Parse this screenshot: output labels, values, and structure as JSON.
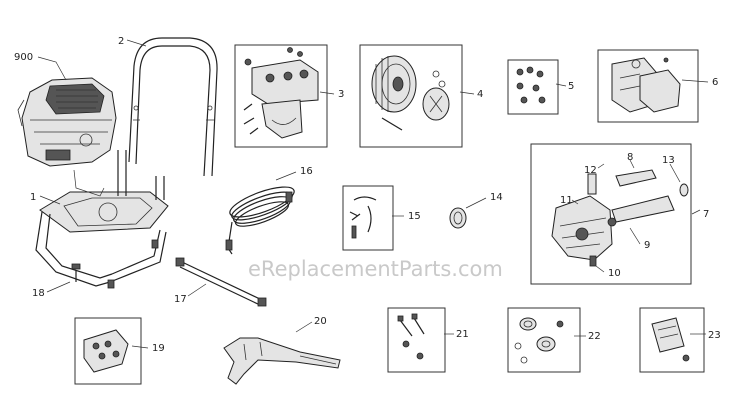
{
  "watermark": "eReplacementParts.com",
  "part_labels": [
    {
      "key": "p900",
      "text": "900"
    },
    {
      "key": "p1",
      "text": "1"
    },
    {
      "key": "p2",
      "text": "2"
    },
    {
      "key": "p3",
      "text": "3"
    },
    {
      "key": "p4",
      "text": "4"
    },
    {
      "key": "p5",
      "text": "5"
    },
    {
      "key": "p6",
      "text": "6"
    },
    {
      "key": "p7",
      "text": "7"
    },
    {
      "key": "p8",
      "text": "8"
    },
    {
      "key": "p9",
      "text": "9"
    },
    {
      "key": "p10",
      "text": "10"
    },
    {
      "key": "p11",
      "text": "11"
    },
    {
      "key": "p12",
      "text": "12"
    },
    {
      "key": "p13",
      "text": "13"
    },
    {
      "key": "p14",
      "text": "14"
    },
    {
      "key": "p15",
      "text": "15"
    },
    {
      "key": "p16",
      "text": "16"
    },
    {
      "key": "p17",
      "text": "17"
    },
    {
      "key": "p18",
      "text": "18"
    },
    {
      "key": "p19",
      "text": "19"
    },
    {
      "key": "p20",
      "text": "20"
    },
    {
      "key": "p21",
      "text": "21"
    },
    {
      "key": "p22",
      "text": "22"
    },
    {
      "key": "p23",
      "text": "23"
    }
  ]
}
